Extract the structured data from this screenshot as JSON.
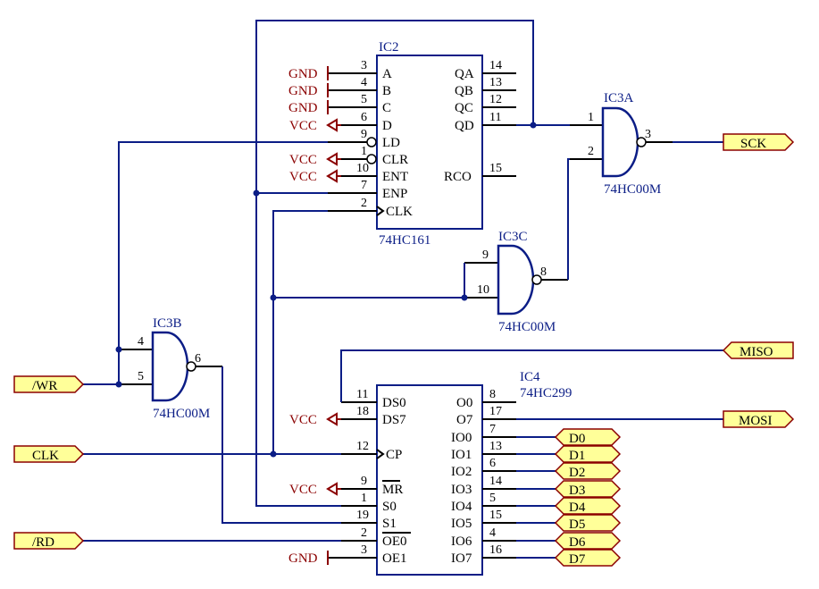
{
  "ic2": {
    "ref": "IC2",
    "part": "74HC161",
    "left_pins": [
      {
        "num": "3",
        "name": "A"
      },
      {
        "num": "4",
        "name": "B"
      },
      {
        "num": "5",
        "name": "C"
      },
      {
        "num": "6",
        "name": "D"
      },
      {
        "num": "9",
        "name": "LD"
      },
      {
        "num": "1",
        "name": "CLR"
      },
      {
        "num": "10",
        "name": "ENT"
      },
      {
        "num": "7",
        "name": "ENP"
      },
      {
        "num": "2",
        "name": "CLK"
      }
    ],
    "right_pins": [
      {
        "num": "14",
        "name": "QA"
      },
      {
        "num": "13",
        "name": "QB"
      },
      {
        "num": "12",
        "name": "QC"
      },
      {
        "num": "11",
        "name": "QD"
      },
      {
        "num": "15",
        "name": "RCO"
      }
    ]
  },
  "ic4": {
    "ref": "IC4",
    "part": "74HC299",
    "left_pins": [
      {
        "num": "11",
        "name": "DS0"
      },
      {
        "num": "18",
        "name": "DS7"
      },
      {
        "num": "12",
        "name": "CP"
      },
      {
        "num": "9",
        "name": "MR"
      },
      {
        "num": "1",
        "name": "S0"
      },
      {
        "num": "19",
        "name": "S1"
      },
      {
        "num": "2",
        "name": "OE0"
      },
      {
        "num": "3",
        "name": "OE1"
      }
    ],
    "right_pins": [
      {
        "num": "8",
        "name": "O0"
      },
      {
        "num": "17",
        "name": "O7"
      },
      {
        "num": "7",
        "name": "IO0"
      },
      {
        "num": "13",
        "name": "IO1"
      },
      {
        "num": "6",
        "name": "IO2"
      },
      {
        "num": "14",
        "name": "IO3"
      },
      {
        "num": "5",
        "name": "IO4"
      },
      {
        "num": "15",
        "name": "IO5"
      },
      {
        "num": "4",
        "name": "IO6"
      },
      {
        "num": "16",
        "name": "IO7"
      }
    ]
  },
  "gates": {
    "ic3a": {
      "ref": "IC3A",
      "part": "74HC00M",
      "in1": "1",
      "in2": "2",
      "out": "3"
    },
    "ic3b": {
      "ref": "IC3B",
      "part": "74HC00M",
      "in1": "4",
      "in2": "5",
      "out": "6"
    },
    "ic3c": {
      "ref": "IC3C",
      "part": "74HC00M",
      "in1": "9",
      "in2": "10",
      "out": "8"
    }
  },
  "power": {
    "gnd": "GND",
    "vcc": "VCC"
  },
  "ports": {
    "wr": "/WR",
    "clk": "CLK",
    "rd": "/RD",
    "sck": "SCK",
    "miso": "MISO",
    "mosi": "MOSI",
    "data": [
      "D0",
      "D1",
      "D2",
      "D3",
      "D4",
      "D5",
      "D6",
      "D7"
    ]
  }
}
